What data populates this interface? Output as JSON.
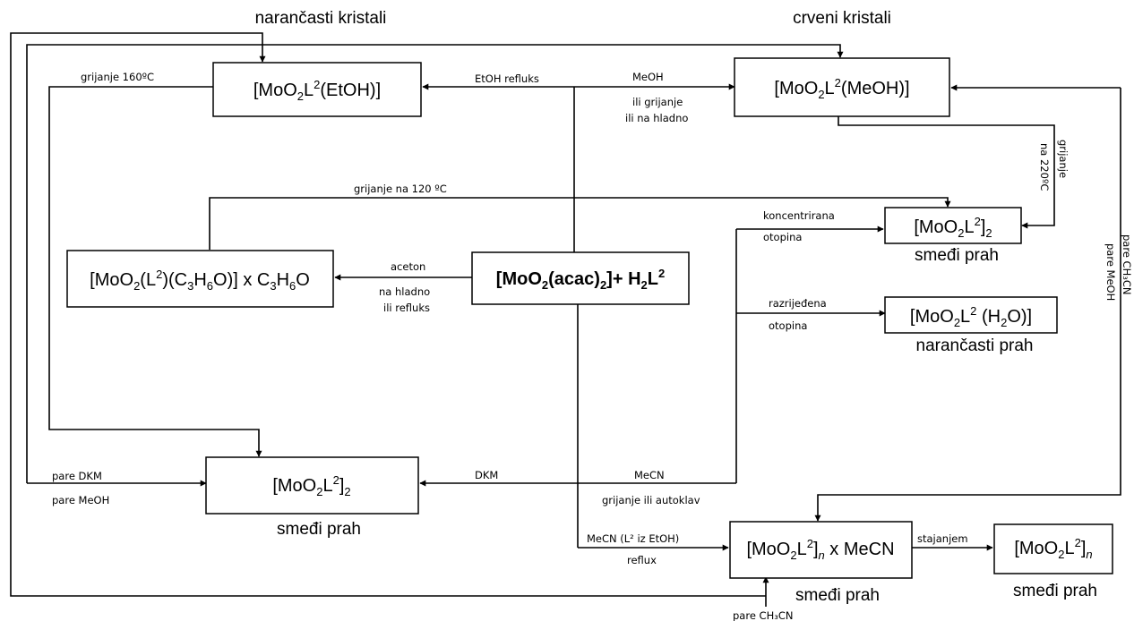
{
  "captions": {
    "orange_crystals": "narančasti kristali",
    "red_crystals": "crveni kristali",
    "brown_powder_1": "smeđi prah",
    "orange_powder": "narančasti prah",
    "brown_powder_2": "smeđi prah",
    "brown_powder_3": "smeđi prah",
    "brown_powder_4": "smeđi prah"
  },
  "labels": {
    "heating_160": "grijanje  160ºC",
    "etoh_reflux": "EtOH  refluks",
    "meoh": "MeOH",
    "or_heating": "ili grijanje",
    "or_cold": "ili na hladno",
    "heating_120": "grijanje  na 120 ºC",
    "heating_220_a": "grijanje",
    "heating_220_b": "na  220ºC",
    "concentrated_a": "koncentrirana",
    "concentrated_b": "otopina",
    "diluted_a": "razrijeđena",
    "diluted_b": "otopina",
    "acetone": "aceton",
    "cold": "na hladno",
    "or_reflux": "ili refluks",
    "vapors_ch3cn_right": "pare CH₃CN",
    "vapors_meoh_right": "pare MeOH",
    "vapors_dkm": "pare DKM",
    "vapors_meoh_left": "pare MeOH",
    "dkm": "DKM",
    "mecn": "MeCN",
    "heating_autoclave": "grijanje  ili autoklav",
    "mecn_from_etoh": "MeCN  (L² iz EtOH)",
    "reflux": "reflux",
    "standing": "stajanjem",
    "vapors_ch3cn_bottom": "pare CH₃CN"
  },
  "compounds": {
    "ethanol_solvate": {
      "prefix": "[MoO",
      "o_sub": "2",
      "l": "L",
      "l_sup": "2",
      "suffix": "(EtOH)]"
    },
    "methanol_solvate": {
      "prefix": "[MoO",
      "o_sub": "2",
      "l": "L",
      "l_sup": "2",
      "suffix": "(MeOH)]"
    },
    "dimer_right": {
      "prefix": "[MoO",
      "o_sub": "2",
      "l": "L",
      "l_sup": "2",
      "close": "]",
      "n_sub": "2"
    },
    "aqua": {
      "prefix": "[MoO",
      "o_sub": "2",
      "l": "L",
      "l_sup": "2",
      "suffix": " (H",
      "h_sub": "2",
      "end": "O)]"
    },
    "acetone_solvate": {
      "p1": "[MoO",
      "o_sub": "2",
      "p2": "(L",
      "l_sup": "2",
      "p3": ")(C",
      "c_sub": "3",
      "p4": "H",
      "h_sub": "6",
      "p5": "O)] x C",
      "c2_sub": "3",
      "p6": "H",
      "h2_sub": "6",
      "p7": "O"
    },
    "precursor": {
      "p1": "[MoO",
      "o_sub": "2",
      "p2": "(acac)",
      "a_sub": "2",
      "p3": "]+ H",
      "h_sub": "2",
      "p4": "L",
      "l_sup": "2"
    },
    "dimer_left": {
      "prefix": "[MoO",
      "o_sub": "2",
      "l": "L",
      "l_sup": "2",
      "close": "]",
      "n_sub": "2"
    },
    "polymer_mecn": {
      "prefix": "[MoO",
      "o_sub": "2",
      "l": "L",
      "l_sup": "2",
      "close": "]",
      "n_sub": "n",
      "suffix": " x MeCN"
    },
    "polymer": {
      "prefix": "[MoO",
      "o_sub": "2",
      "l": "L",
      "l_sup": "2",
      "close": "]",
      "n_sub": "n"
    }
  }
}
